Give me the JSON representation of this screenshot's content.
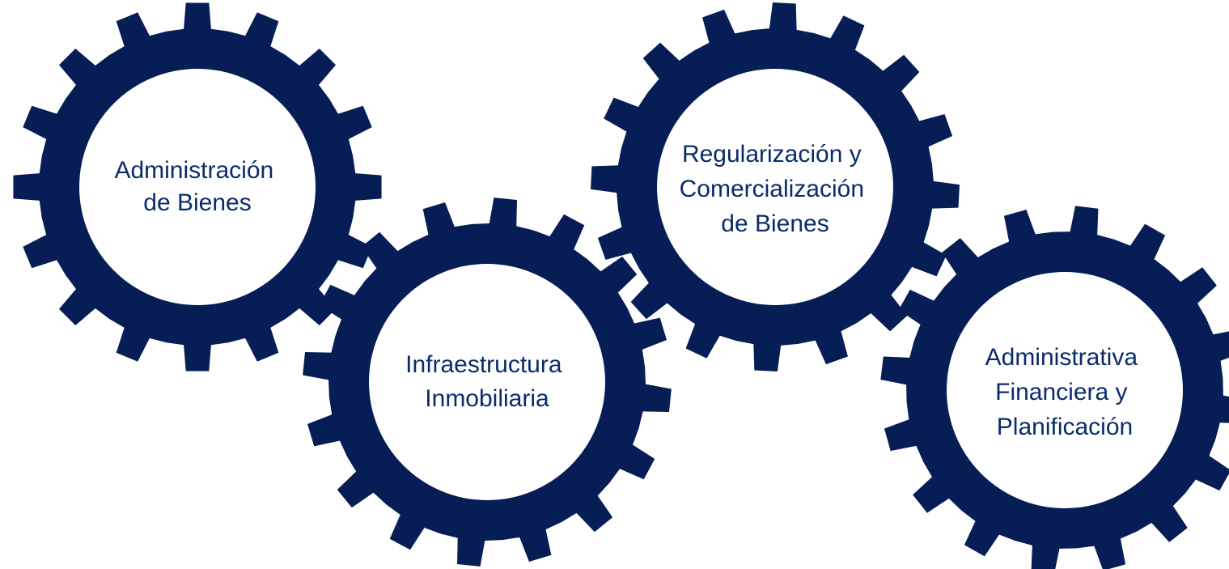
{
  "colors": {
    "gear_fill": "#061d56",
    "hub_fill": "#ffffff",
    "label_text": "#0b2b6b",
    "background": "#ffffff"
  },
  "gears": [
    {
      "id": "administracion-de-bienes",
      "label_lines": [
        "Administración",
        "de Bienes"
      ]
    },
    {
      "id": "infraestructura-inmobiliaria",
      "label_lines": [
        "Infraestructura",
        "Inmobiliaria"
      ]
    },
    {
      "id": "regularizacion-y-comercializacion",
      "label_lines": [
        "Regularización y",
        "Comercialización",
        "de Bienes"
      ]
    },
    {
      "id": "administrativa-financiera-y-planificacion",
      "label_lines": [
        "Administrativa",
        "Financiera y",
        "Planificación"
      ]
    }
  ]
}
